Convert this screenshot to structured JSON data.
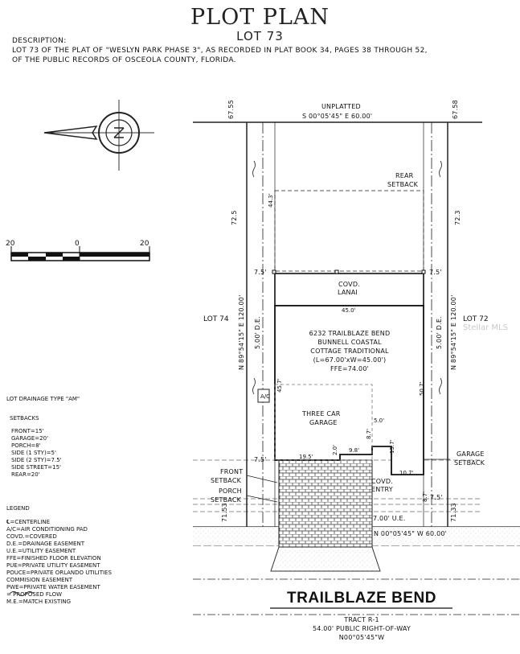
{
  "header": {
    "title": "PLOT PLAN",
    "subtitle": "LOT 73"
  },
  "description": {
    "heading": "DESCRIPTION:",
    "line1": "LOT 73 OF THE PLAT OF \"WESLYN PARK PHASE 3\", AS RECORDED IN PLAT BOOK 34, PAGES 38 THROUGH 52,",
    "line2": "OF THE PUBLIC RECORDS OF OSCEOLA COUNTY, FLORIDA."
  },
  "scale_bar": {
    "left": "20",
    "center": "0",
    "right": "20"
  },
  "plot": {
    "top_label": "UNPLATTED",
    "top_bearing": "S 00°05'45\" E   60.00'",
    "bottom_bearing": "N 00°05'45\" W   60.00'",
    "left_side_bearing": "N 89°54'15\" E   120.00'",
    "right_side_bearing": "N 89°54'15\" E   120.00'",
    "corner_tl": "67.55",
    "corner_tr": "67.58",
    "corner_bl": "71.53",
    "corner_br": "71.33",
    "elev_left_mid": "72.5",
    "elev_right_mid": "72.3",
    "rear_setback_line1": "REAR",
    "rear_setback_line2": "SETBACK",
    "rear_dim": "44.3'",
    "lot_left": "LOT 74",
    "lot_right": "LOT 72",
    "de_left": "5.00' D.E.",
    "de_right": "5.00' D.E.",
    "side_left": "7.5'",
    "side_right": "7.5'",
    "lanai_line1": "COVD.",
    "lanai_line2": "LANAI",
    "width_45": "45.0'",
    "house_line1": "6232 TRAILBLAZE BEND",
    "house_line2": "BUNNELL COASTAL",
    "house_line3": "COTTAGE TRADITIONAL",
    "house_line4": "(L=67.00'xW=45.00')",
    "house_line5": "FFE=74.00'",
    "dim_left_depth": "45.7'",
    "dim_right_depth": "50.7'",
    "ac_pad": "A/C",
    "garage_line1": "THREE CAR",
    "garage_line2": "GARAGE",
    "dim_5": "5.0'",
    "dim_87a": "8.7'",
    "dim_157": "15.7'",
    "dim_195": "19.5'",
    "dim_20": "2.0'",
    "dim_98": "9.8'",
    "dim_107": "10.7'",
    "dim_87b": "8.7'",
    "front_left": "7.5'",
    "front_right": "7.5'",
    "entry_line1": "COVD.",
    "entry_line2": "ENTRY",
    "ue": "7.00' U.E.",
    "front_setback_line1": "FRONT",
    "front_setback_line2": "SETBACK",
    "porch_setback_line1": "PORCH",
    "porch_setback_line2": "SETBACK",
    "garage_setback_line1": "GARAGE",
    "garage_setback_line2": "SETBACK"
  },
  "road": {
    "name": "TRAILBLAZE BEND",
    "tract": "TRACT R-1",
    "row": "54.00' PUBLIC RIGHT-OF-WAY",
    "bearing": "N00°05'45\"W"
  },
  "drainage": "LOT DRAINAGE TYPE \"AM\"",
  "setbacks": {
    "heading": "SETBACKS",
    "items": [
      "FRONT=15'",
      "GARAGE=20'",
      "PORCH=8'",
      "SIDE (1 STY)=5'",
      "SIDE (2 STY)=7.5'",
      "SIDE STREET=15'",
      "REAR=20'"
    ]
  },
  "legend": {
    "heading": "LEGEND",
    "items": [
      "℄=CENTERLINE",
      "A/C=AIR CONDITIONING PAD",
      "COVD.=COVERED",
      "D.E.=DRAINAGE EASEMENT",
      "U.E.=UTILITY EASEMENT",
      "FFE=FINISHED FLOOR ELEVATION",
      "PUE=PRIVATE UTILITY EASEMENT",
      "POUCE=PRIVATE ORLANDO UTILITIES",
      "            COMMISION EASEMENT",
      "PWE=PRIVATE WATER EASEMENT",
      "              = PROPOSED FLOW",
      "M.E.=MATCH EXISTING"
    ]
  },
  "watermark": "Stellar MLS"
}
